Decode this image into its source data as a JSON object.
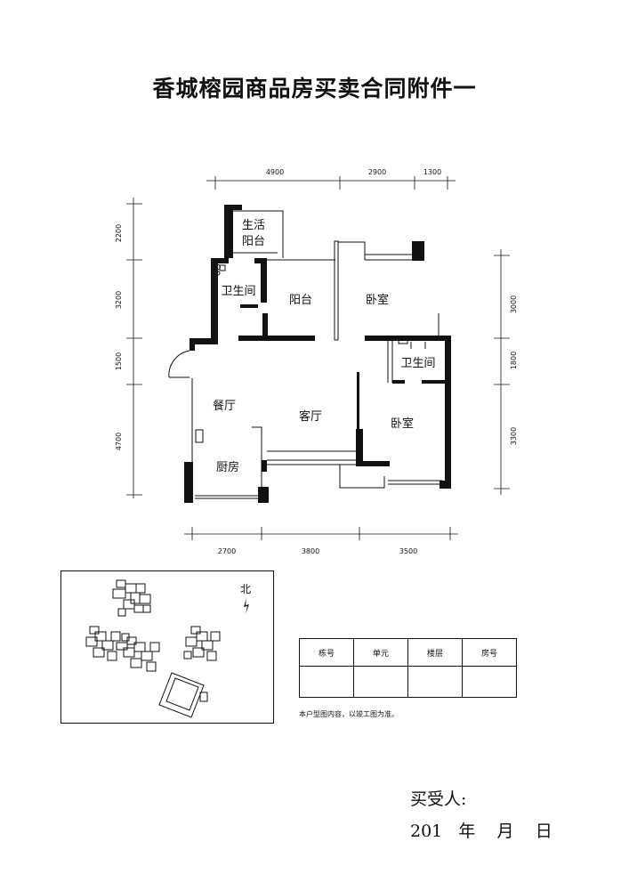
{
  "document": {
    "title": "香城榕园商品房买卖合同附件一"
  },
  "floor_plan": {
    "rooms": {
      "service_balcony": [
        "生活",
        "阳台"
      ],
      "bathroom_1": "卫生间",
      "balcony": "阳台",
      "bedroom_1": "卧室",
      "bathroom_2": "卫生间",
      "dining_room": "餐厅",
      "living_room": "客厅",
      "bedroom_2": "卧室",
      "kitchen": "厨房"
    },
    "dimensions": {
      "top": [
        "4900",
        "2900",
        "1300"
      ],
      "bottom": [
        "2700",
        "3800",
        "3500"
      ],
      "left": [
        "2200",
        "3200",
        "1500",
        "4700"
      ],
      "right": [
        "3000",
        "1800",
        "3300"
      ]
    }
  },
  "site_plan": {
    "north_label": "北",
    "north_arrow_icon": "north-arrow-icon"
  },
  "info_table": {
    "headers": [
      "栋号",
      "单元",
      "楼层",
      "房号"
    ],
    "values": [
      "",
      "",
      "",
      ""
    ]
  },
  "note": "本户型图内容，以竣工图为准。",
  "signature": {
    "buyer_label": "买受人:",
    "date_line": "201   年    月    日"
  }
}
